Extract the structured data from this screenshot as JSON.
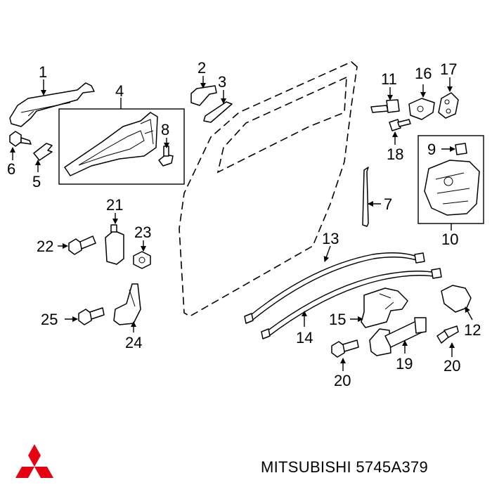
{
  "callouts": [
    "1",
    "2",
    "3",
    "4",
    "5",
    "6",
    "7",
    "8",
    "9",
    "10",
    "11",
    "12",
    "13",
    "14",
    "15",
    "16",
    "17",
    "18",
    "19",
    "20",
    "20",
    "21",
    "22",
    "23",
    "24",
    "25"
  ],
  "footer": {
    "brand": "MITSUBISHI",
    "part_number": "5745A379"
  },
  "logo": {
    "name": "mitsubishi-three-diamond-logo",
    "color": "#e60012"
  }
}
